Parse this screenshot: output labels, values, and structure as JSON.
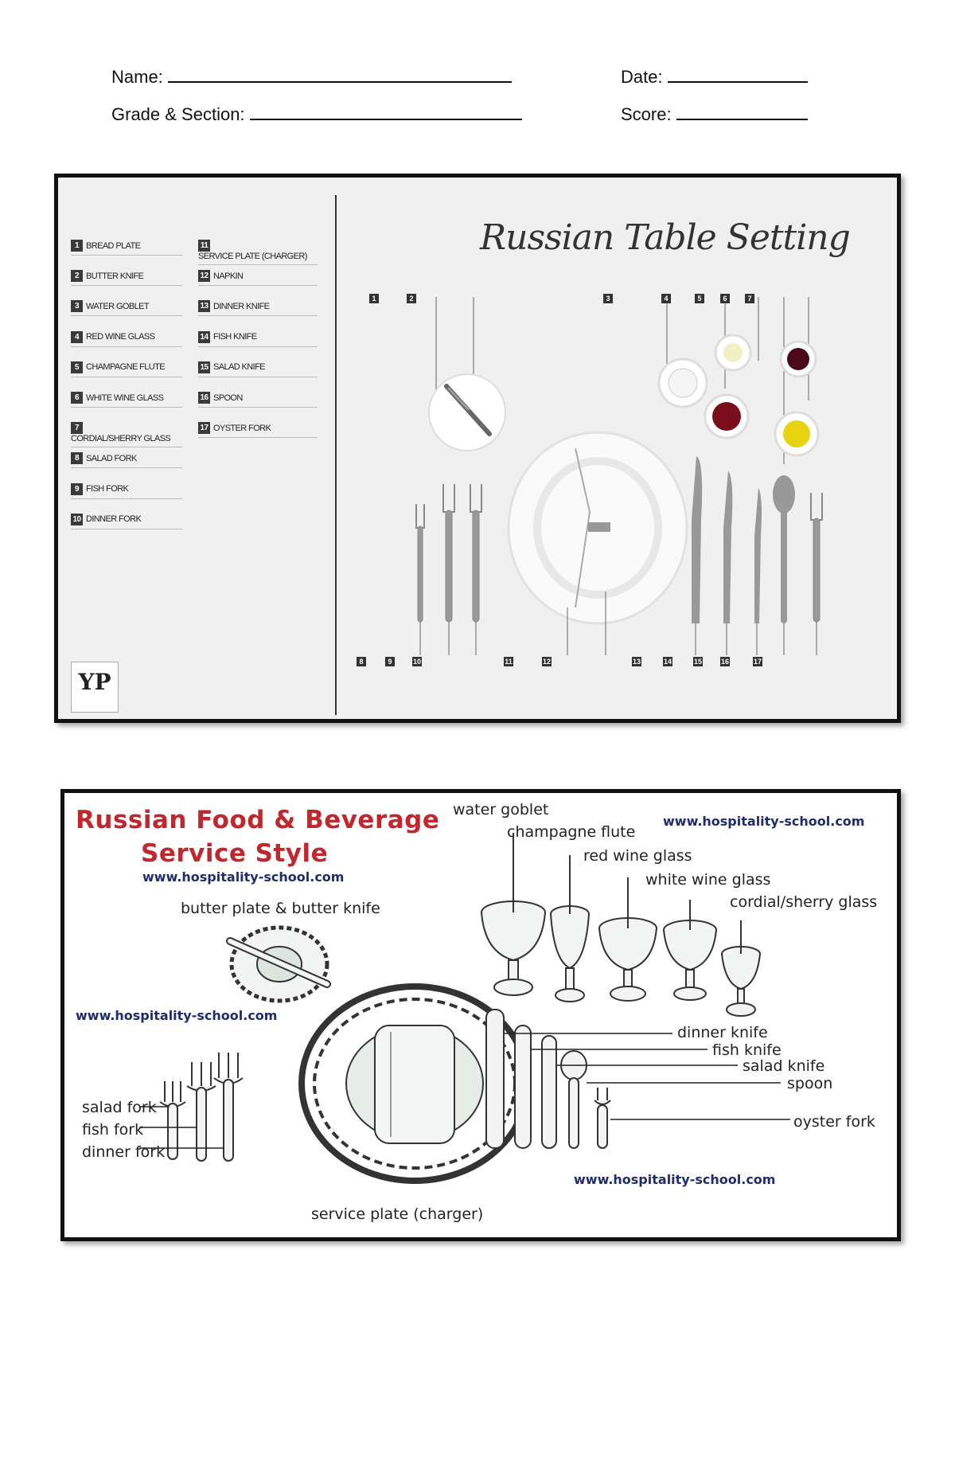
{
  "header": {
    "name_label": "Name:",
    "date_label": "Date:",
    "grade_section_label": "Grade & Section:",
    "score_label": "Score:"
  },
  "russian_table_setting": {
    "title": "Russian Table Setting",
    "legend": [
      {
        "num": "1",
        "label": "BREAD PLATE"
      },
      {
        "num": "2",
        "label": "BUTTER KNIFE"
      },
      {
        "num": "3",
        "label": "WATER GOBLET"
      },
      {
        "num": "4",
        "label": "RED WINE GLASS"
      },
      {
        "num": "5",
        "label": "CHAMPAGNE FLUTE"
      },
      {
        "num": "6",
        "label": "WHITE WINE GLASS"
      },
      {
        "num": "7",
        "label": "CORDIAL/SHERRY GLASS"
      },
      {
        "num": "8",
        "label": "SALAD FORK"
      },
      {
        "num": "9",
        "label": "FISH FORK"
      },
      {
        "num": "10",
        "label": "DINNER FORK"
      },
      {
        "num": "11",
        "label": "SERVICE PLATE (CHARGER)"
      },
      {
        "num": "12",
        "label": "NAPKIN"
      },
      {
        "num": "13",
        "label": "DINNER KNIFE"
      },
      {
        "num": "14",
        "label": "FISH KNIFE"
      },
      {
        "num": "15",
        "label": "SALAD KNIFE"
      },
      {
        "num": "16",
        "label": "SPOON"
      },
      {
        "num": "17",
        "label": "OYSTER FORK"
      }
    ],
    "markers_top": [
      "1",
      "2",
      "3",
      "4",
      "5",
      "6",
      "7"
    ],
    "markers_bottom": [
      "8",
      "9",
      "10",
      "11",
      "12",
      "13",
      "14",
      "15",
      "16",
      "17"
    ],
    "logo_text": "YP"
  },
  "russian_service_style": {
    "title_line1": "Russian Food & Beverage",
    "title_line2": "Service Style",
    "url": "www.hospitality-school.com",
    "labels": {
      "water_goblet": "water goblet",
      "champagne_flute": "champagne flute",
      "red_wine_glass": "red wine glass",
      "white_wine_glass": "white wine glass",
      "cordial_sherry_glass": "cordial/sherry glass",
      "butter_plate": "butter plate & butter knife",
      "salad_fork": "salad fork",
      "fish_fork": "fish fork",
      "dinner_fork": "dinner fork",
      "napkin": "napkin",
      "service_plate": "service plate (charger)",
      "dinner_knife": "dinner knife",
      "fish_knife": "fish knife",
      "salad_knife": "salad knife",
      "spoon": "spoon",
      "oyster_fork": "oyster fork"
    },
    "colors": {
      "title": "#c0282e",
      "url": "#1f2d6e"
    }
  }
}
